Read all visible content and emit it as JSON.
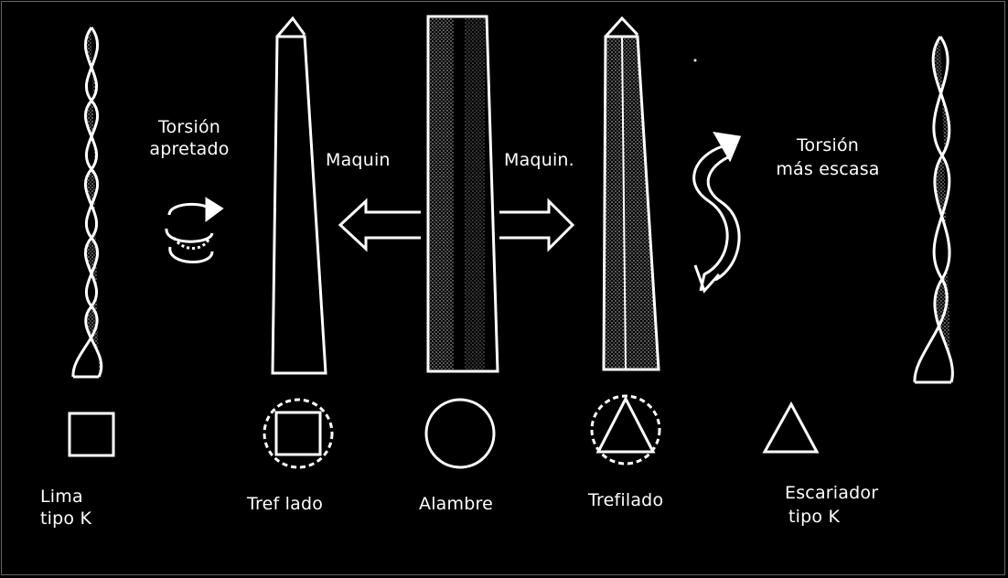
{
  "labels": {
    "torsion_tight_1": "Torsión",
    "torsion_tight_2": "apretado",
    "machining_left": "Maquin",
    "machining_right": "Maquin.",
    "torsion_loose_1": "Torsión",
    "torsion_loose_2": "más escasa",
    "k_file_1": "Lima",
    "k_file_2": "tipo K",
    "drawn_left": "Tref lado",
    "wire": "Alambre",
    "drawn_right": "Trefilado",
    "k_reamer_1": "Escariador",
    "k_reamer_2": "tipo K"
  },
  "colors": {
    "background": "#000000",
    "line": "#ffffff",
    "stipple": "#8a8a8a"
  }
}
